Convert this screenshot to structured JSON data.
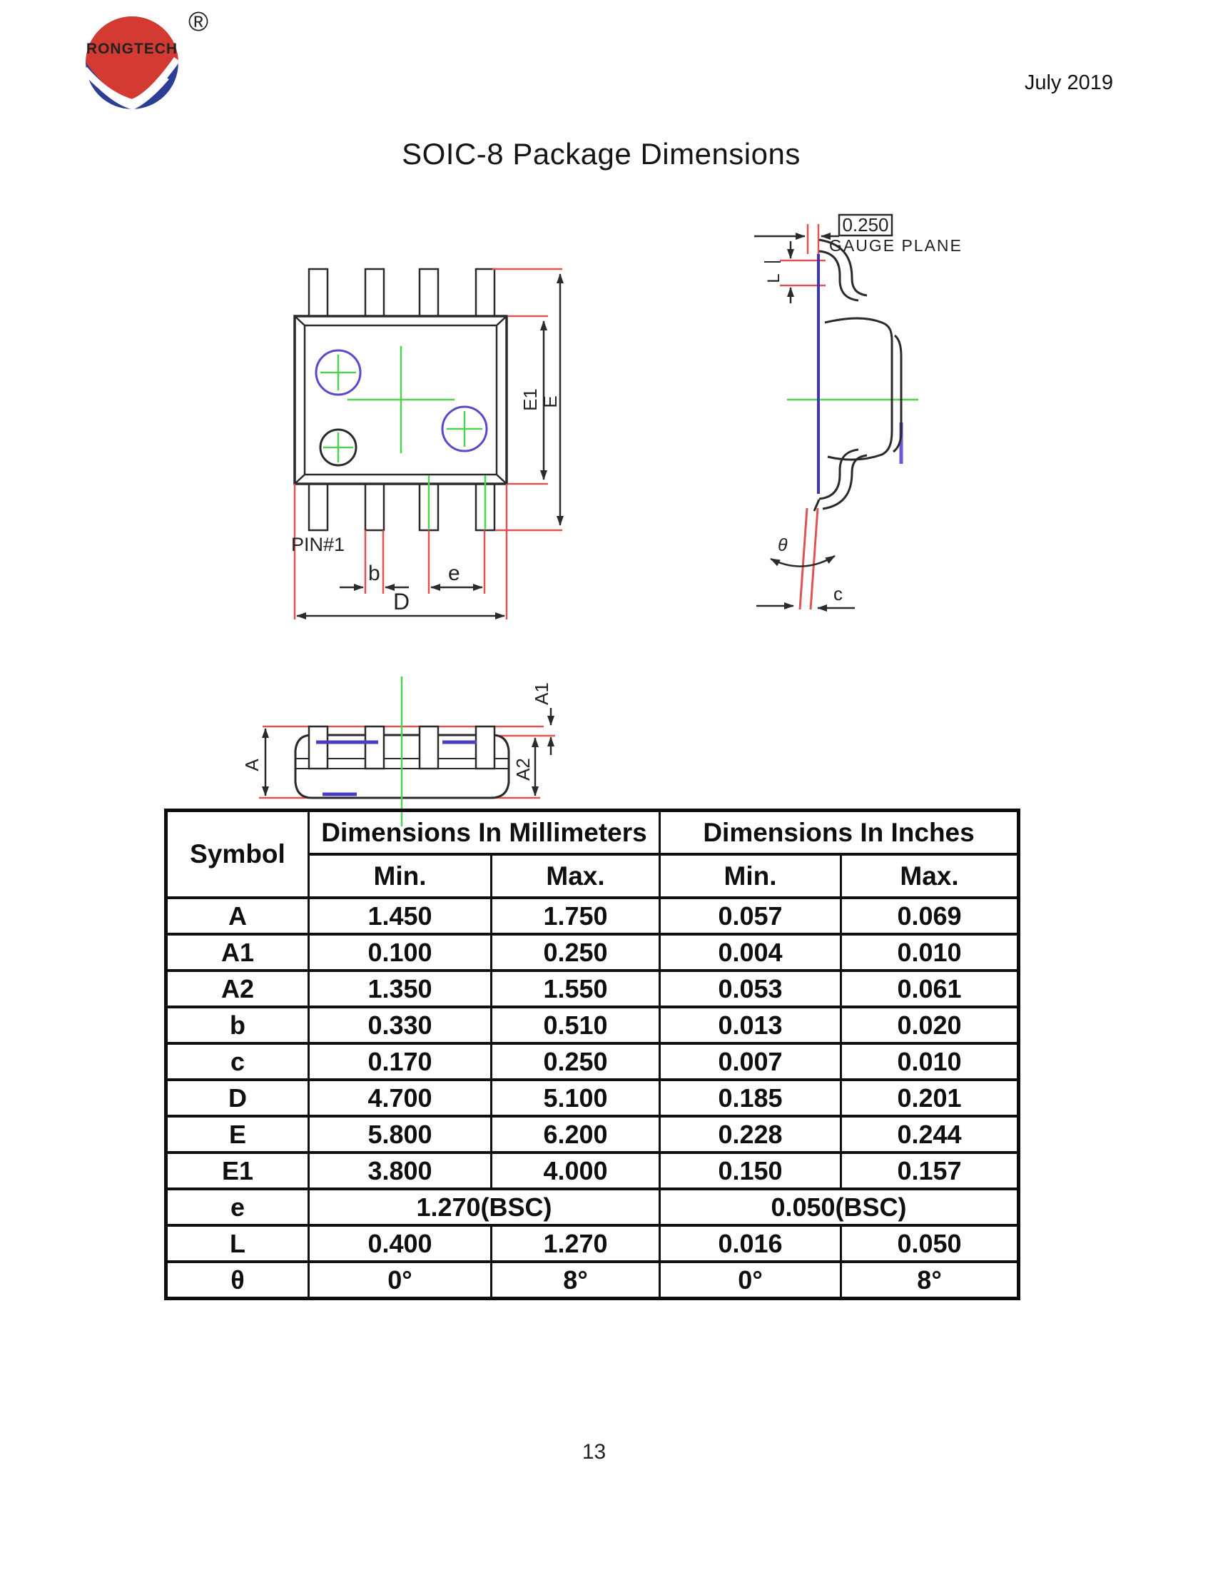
{
  "page": {
    "date": "July 2019",
    "title": "SOIC-8 Package Dimensions",
    "page_number": "13"
  },
  "logo": {
    "brand": "RONGTECH",
    "registered_mark": "®",
    "circle_color": "#d23a32",
    "swoosh_color": "#2c3e94"
  },
  "colors": {
    "dimension_red": "#e05353",
    "centerline_green": "#4fd24f",
    "lead_blue": "#3d35b5",
    "circle_blue": "#5948cc",
    "drawing_black": "#2a2a2a"
  },
  "top_view": {
    "labels": {
      "pin1": "PIN#1",
      "b": "b",
      "e": "e",
      "D": "D",
      "E1": "E1",
      "E": "E"
    }
  },
  "side_view": {
    "labels": {
      "gauge_value": "0.250",
      "gauge_plane": "GAUGE PLANE",
      "L": "L",
      "theta": "θ",
      "c": "c"
    }
  },
  "front_view": {
    "labels": {
      "A": "A",
      "A1": "A1",
      "A2": "A2"
    }
  },
  "table": {
    "col_symbol": "Symbol",
    "group_mm": "Dimensions In Millimeters",
    "group_in": "Dimensions In Inches",
    "min_label": "Min.",
    "max_label": "Max.",
    "rows": [
      {
        "symbol": "A",
        "mm_min": "1.450",
        "mm_max": "1.750",
        "in_min": "0.057",
        "in_max": "0.069"
      },
      {
        "symbol": "A1",
        "mm_min": "0.100",
        "mm_max": "0.250",
        "in_min": "0.004",
        "in_max": "0.010"
      },
      {
        "symbol": "A2",
        "mm_min": "1.350",
        "mm_max": "1.550",
        "in_min": "0.053",
        "in_max": "0.061"
      },
      {
        "symbol": "b",
        "mm_min": "0.330",
        "mm_max": "0.510",
        "in_min": "0.013",
        "in_max": "0.020"
      },
      {
        "symbol": "c",
        "mm_min": "0.170",
        "mm_max": "0.250",
        "in_min": "0.007",
        "in_max": "0.010"
      },
      {
        "symbol": "D",
        "mm_min": "4.700",
        "mm_max": "5.100",
        "in_min": "0.185",
        "in_max": "0.201"
      },
      {
        "symbol": "E",
        "mm_min": "5.800",
        "mm_max": "6.200",
        "in_min": "0.228",
        "in_max": "0.244"
      },
      {
        "symbol": "E1",
        "mm_min": "3.800",
        "mm_max": "4.000",
        "in_min": "0.150",
        "in_max": "0.157"
      },
      {
        "symbol": "e",
        "mm": "1.270(BSC)",
        "in": "0.050(BSC)"
      },
      {
        "symbol": "L",
        "mm_min": "0.400",
        "mm_max": "1.270",
        "in_min": "0.016",
        "in_max": "0.050"
      },
      {
        "symbol": "θ",
        "mm_min": "0°",
        "mm_max": "8°",
        "in_min": "0°",
        "in_max": "8°"
      }
    ]
  }
}
